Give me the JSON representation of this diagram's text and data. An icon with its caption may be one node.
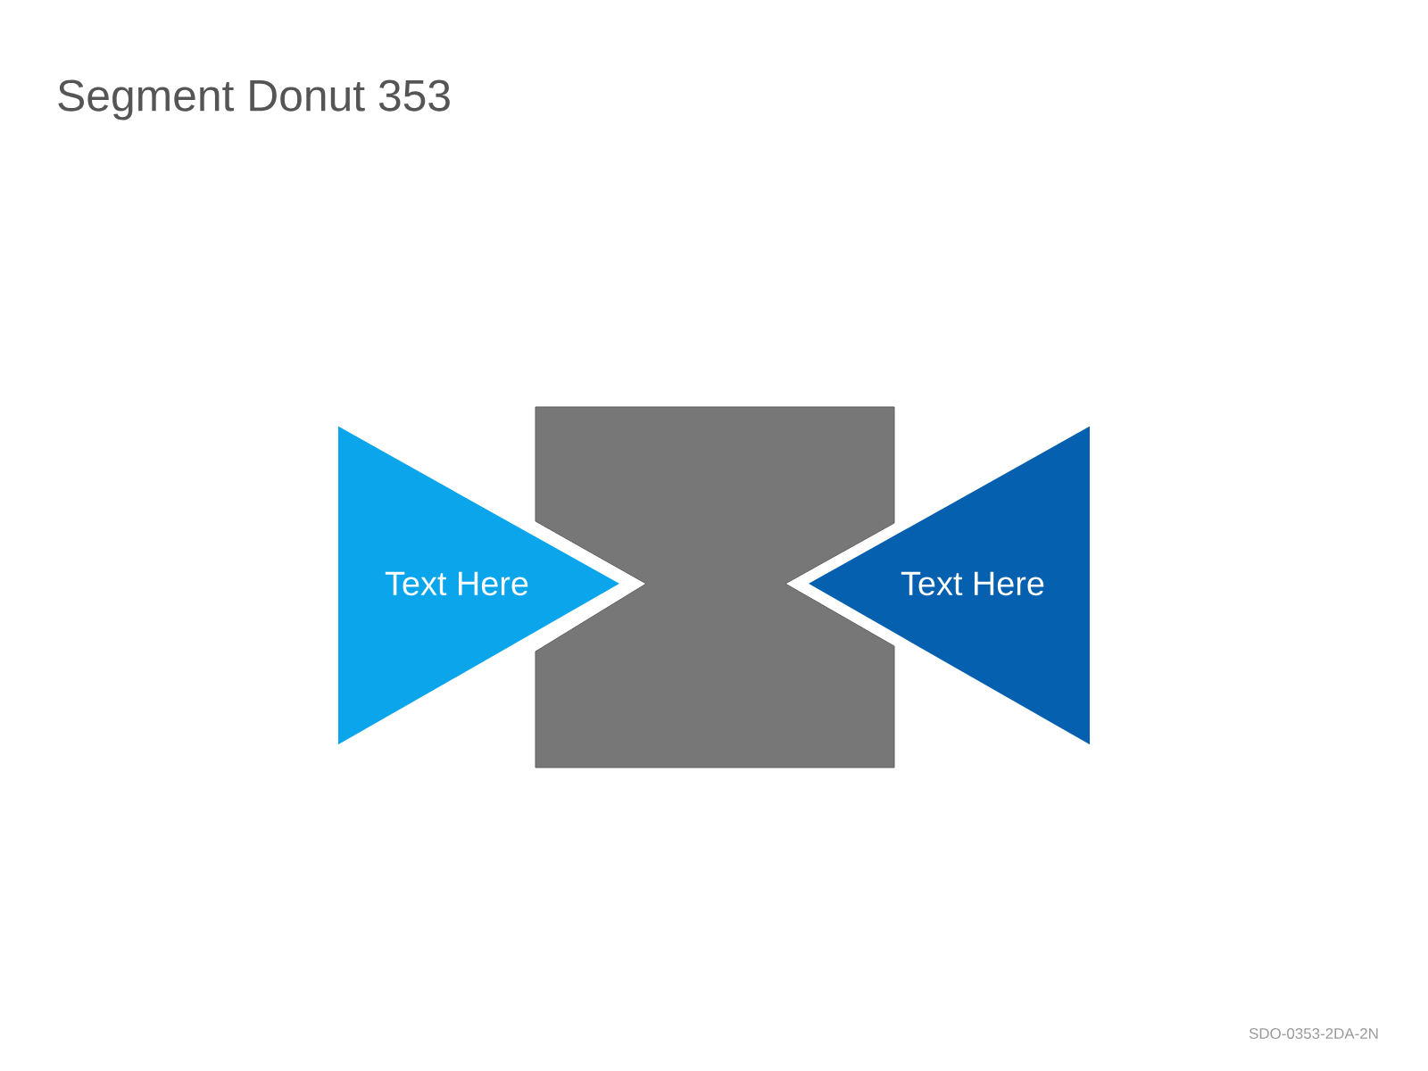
{
  "diagram": {
    "title": "Segment Donut 353",
    "nodes": [
      {
        "text": [
          "Text Here"
        ]
      },
      {
        "text": [],
        "shape": "box"
      },
      {
        "text": [
          "Text Here"
        ]
      }
    ],
    "labels": [
      "SDO-0353-2DA-2N"
    ]
  }
}
